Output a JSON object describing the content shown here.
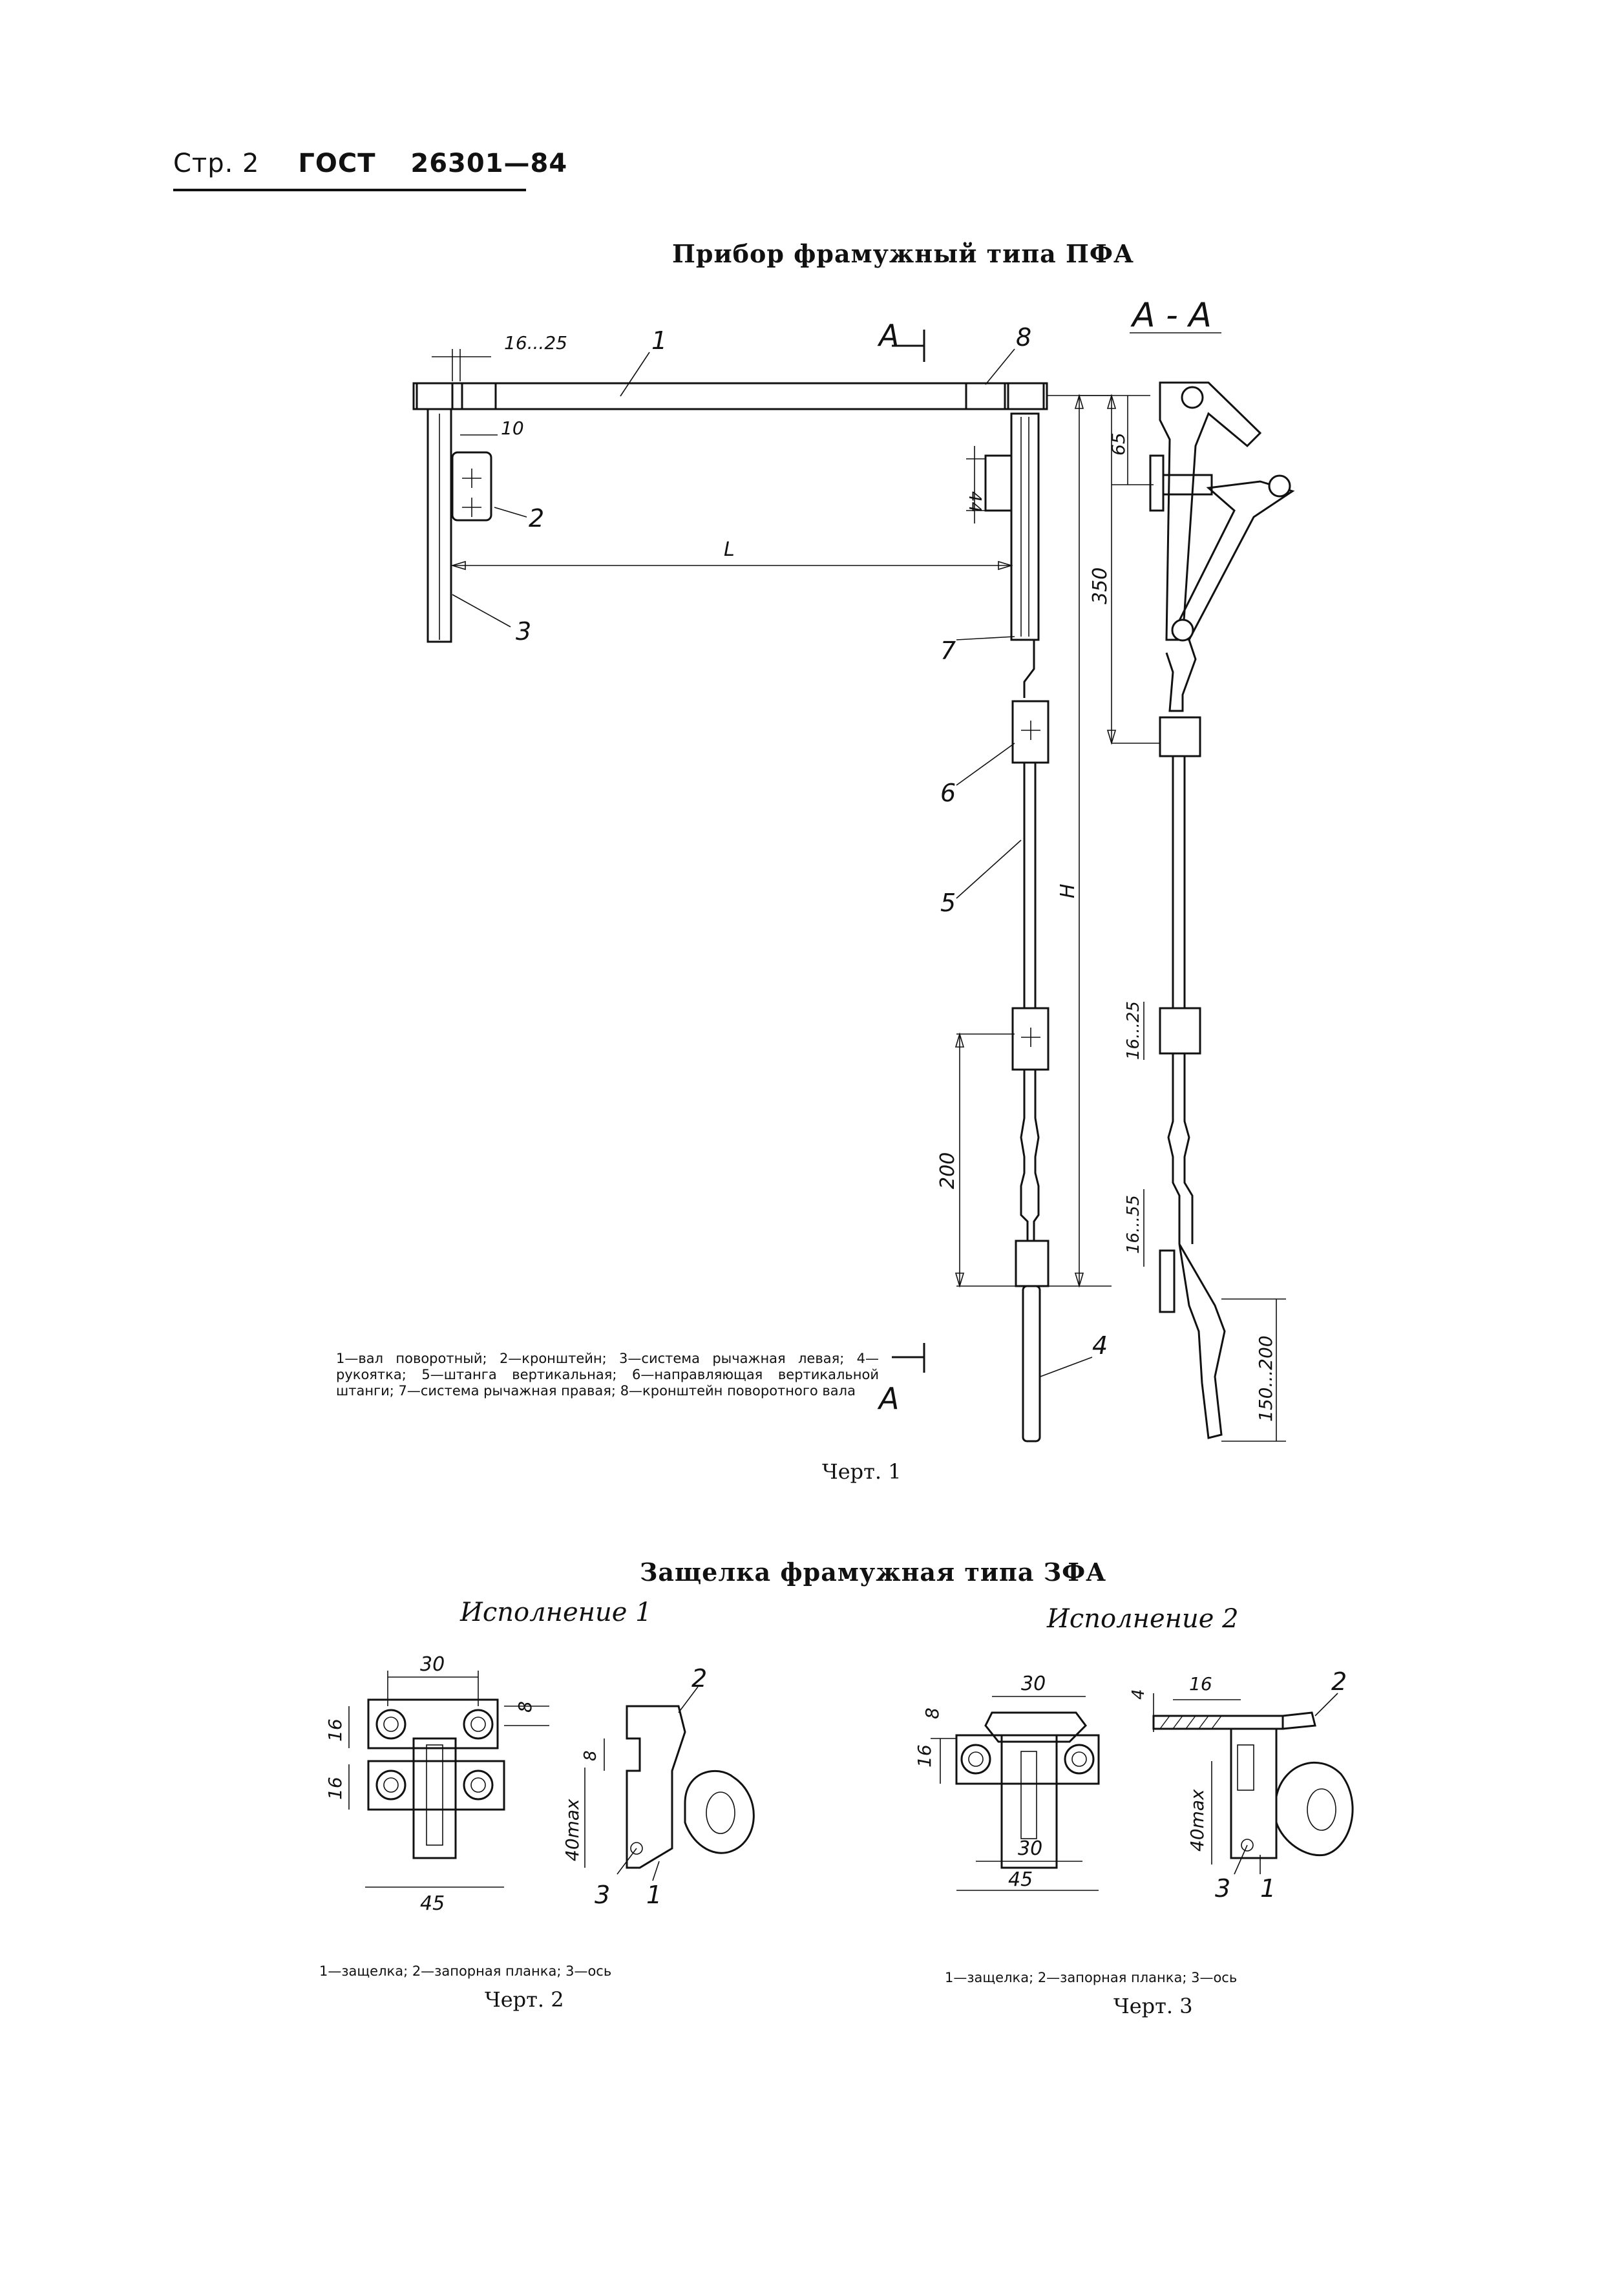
{
  "header": {
    "page": "Стр. 2",
    "standard": "ГОСТ",
    "number": "26301—84"
  },
  "fig1": {
    "title": "Прибор фрамужный типа ПФА",
    "section": "А - А",
    "cut_mark": "А",
    "dims": {
      "d16_25": "16...25",
      "d10": "10",
      "d44": "44",
      "L": "L",
      "d65": "65",
      "d350": "350",
      "H": "H",
      "d200": "200",
      "d16_25b": "16...25",
      "d16_55": "16...55",
      "d150_200": "150...200"
    },
    "parts": [
      "1",
      "2",
      "3",
      "4",
      "5",
      "6",
      "7",
      "8"
    ],
    "legend": "1—вал поворотный; 2—кронштейн; 3—система рычажная левая; 4—рукоятка; 5—штанга вертикальная; 6—направляющая вертикальной штанги; 7—система рычажная правая; 8—кронштейн поворотного вала",
    "caption": "Черт. 1"
  },
  "latch": {
    "title": "Защелка фрамужная типа ЗФА",
    "v1": {
      "title": "Исполнение 1",
      "dims": {
        "d30": "30",
        "d8": "8",
        "d16a": "16",
        "d16b": "16",
        "d8b": "8",
        "d40max": "40max",
        "d45": "45"
      },
      "parts": [
        "1",
        "2",
        "3"
      ],
      "legend": "1—защелка; 2—запорная планка; 3—ось",
      "caption": "Черт. 2"
    },
    "v2": {
      "title": "Исполнение 2",
      "dims": {
        "d30": "30",
        "d8": "8",
        "d16": "16",
        "d30b": "30",
        "d45": "45",
        "d4": "4",
        "d16b": "16",
        "d40max": "40max"
      },
      "parts": [
        "1",
        "2",
        "3"
      ],
      "legend": "1—защелка; 2—запорная планка; 3—ось",
      "caption": "Черт. 3"
    }
  }
}
